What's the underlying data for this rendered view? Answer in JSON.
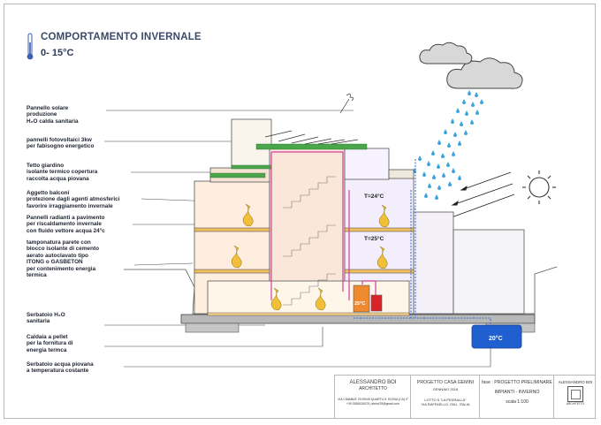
{
  "header": {
    "title": "COMPORTAMENTO INVERNALE",
    "temperature": "0- 15°C"
  },
  "labels": [
    {
      "id": "solar",
      "lines": [
        "Pannello solare",
        "produzione",
        "H₂O calda sanitaria"
      ]
    },
    {
      "id": "pv",
      "lines": [
        "pannelli fotovoltaici 3kw",
        "per fabisogno energetico"
      ]
    },
    {
      "id": "roof",
      "lines": [
        "Tetto giardino",
        "isolante termico copertura",
        "raccolta acqua piovana"
      ]
    },
    {
      "id": "balcony",
      "lines": [
        "Aggetto balconi",
        "protezione dagli agenti atmosferici",
        "favorire irraggiamento invernale"
      ]
    },
    {
      "id": "radiant",
      "lines": [
        "Pannelli radianti a pavimento",
        "per riscaldamento invernale",
        "con fluido vettore acqua 24°c"
      ]
    },
    {
      "id": "wall",
      "lines": [
        "tamponatura parete con",
        "blocco isolante di cemento",
        "aerato autoclavato tipo",
        "ITONG o GASBETON",
        "per contenimento energia",
        "termica"
      ]
    },
    {
      "id": "tank",
      "lines": [
        "Serbatoio H₂O",
        "sanitaria"
      ]
    },
    {
      "id": "boiler",
      "lines": [
        "Caldaia a pellet",
        "per la fornitura di",
        "energia termca"
      ]
    },
    {
      "id": "rain",
      "lines": [
        "Serbatoio acqua piovana",
        "a temperatura costante"
      ]
    }
  ],
  "room_temps": {
    "upper": "T=24°C",
    "lower": "T=25°C",
    "boiler": "25°C",
    "cistern": "20°C"
  },
  "title_block": {
    "architect_name": "ALESSANDRO BOI",
    "architect_role": "ARCHITETTO",
    "architect_address": "VIA CIMABUE 29 09045 QUARTU S. ELENA (CA) IT",
    "architect_contact": "+39 3926026078 | aleboi78@gmail.com",
    "project": "PROGETTO CASA GEMINI",
    "date": "GENNAIO 2016",
    "lot": "LOTTO 5 \"LA PEDRALLA\"",
    "location": "VIA RAFFAELLO, ISILI, ITALIA",
    "phase": "fase : PROGETTO PRELIMINARE",
    "topic": "IMPIANTI - INVERNO",
    "scale": "scala 1:100",
    "logo_name": "ALESSANDRO BOI",
    "logo_role": "ARCHITETTO"
  },
  "colors": {
    "hot_pipe": "#d0409a",
    "cold_pipe": "#3a6fd0",
    "rain": "#3aa3e0",
    "sun": "#333333",
    "floor": "#f0c060",
    "tank_blue": "#1f5fd0"
  }
}
